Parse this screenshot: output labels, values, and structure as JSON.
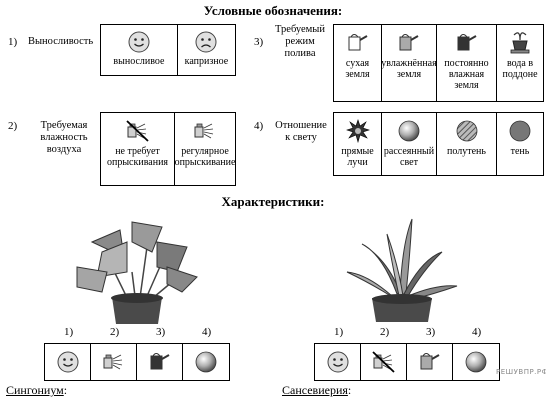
{
  "legend_title": "Условные обозначения:",
  "groups": {
    "g1": {
      "number": "1)",
      "label": "Выносливость",
      "items": [
        "выносливое",
        "капризное"
      ]
    },
    "g2": {
      "number": "2)",
      "label": "Требуемая влажность воздуха",
      "items": [
        "не требует опрыскивания",
        "регулярное опрыскивание"
      ]
    },
    "g3": {
      "number": "3)",
      "label": "Требуемый режим полива",
      "items": [
        "сухая земля",
        "увлажнённая земля",
        "постоянно влажная земля",
        "вода в поддоне"
      ]
    },
    "g4": {
      "number": "4)",
      "label": "Отношение к свету",
      "items": [
        "прямые лучи",
        "рассеянный свет",
        "полутень",
        "тень"
      ]
    }
  },
  "characteristics_title": "Характеристики:",
  "answer_numbers": [
    "1)",
    "2)",
    "3)",
    "4)"
  ],
  "plants": {
    "left": {
      "name": "Сингониум",
      "symbols": [
        "smiley-icon",
        "spray-icon",
        "watering-can-dark-icon",
        "sphere-shaded-icon"
      ]
    },
    "right": {
      "name": "Сансевиерия",
      "symbols": [
        "smiley-icon",
        "spray-crossed-icon",
        "watering-can-light-icon",
        "sphere-shaded-icon"
      ]
    }
  },
  "watermark": "РЕШУВПР.РФ"
}
